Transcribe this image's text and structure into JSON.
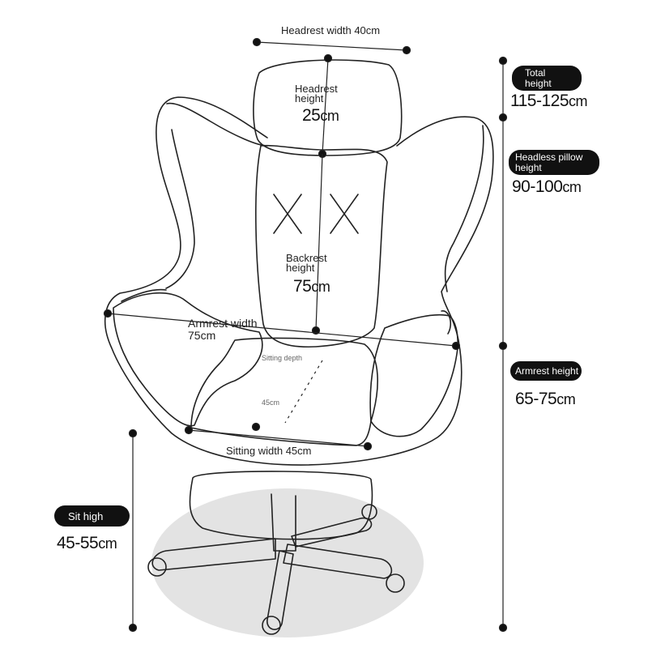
{
  "labels": {
    "headrest_width": "Headrest width 40cm",
    "headrest_height_l1": "Headrest",
    "headrest_height_l2": "height",
    "headrest_height_value": "25",
    "backrest_height_l1": "Backrest",
    "backrest_height_l2": "height",
    "backrest_height_value": "75",
    "armrest_width_l1": "Armrest width",
    "armrest_width_l2": "75cm",
    "sitting_depth": "Sitting depth",
    "sitting_depth_value": "45cm",
    "sitting_width": "Sitting width 45cm",
    "unit": "cm"
  },
  "callouts": {
    "total_height_l1": "Total",
    "total_height_l2": "height",
    "total_height_value": "115-125",
    "headless_height_l1": "Headless pillow",
    "headless_height_l2": "height",
    "headless_height_value": "90-100",
    "armrest_height": "Armrest height",
    "armrest_height_value": "65-75",
    "sit_high": "Sit high",
    "sit_high_value": "45-55"
  },
  "colors": {
    "outline": "#222222",
    "shadow": "#e3e3e3",
    "pill": "#111111"
  }
}
